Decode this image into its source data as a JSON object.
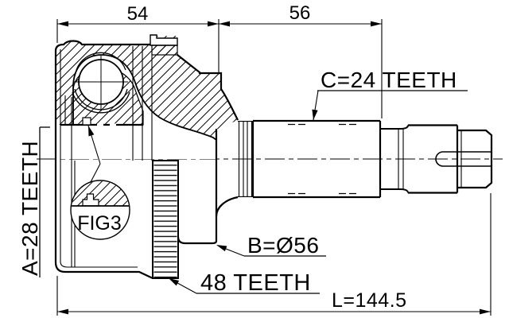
{
  "drawing": {
    "type": "cv-joint-outer-technical-drawing",
    "dimensions": {
      "housing_width": "54",
      "boot_section_width": "56",
      "overall_length": "L=144.5"
    },
    "callouts": {
      "shaft_spline": "C=24 TEETH",
      "hub_spline": "A=28 TEETH",
      "housing_diameter": "B=Ø56",
      "abs_ring_teeth": "48 TEETH",
      "detail_reference": "FIG3"
    },
    "colors": {
      "ink": "#000000",
      "paper": "#ffffff"
    }
  }
}
